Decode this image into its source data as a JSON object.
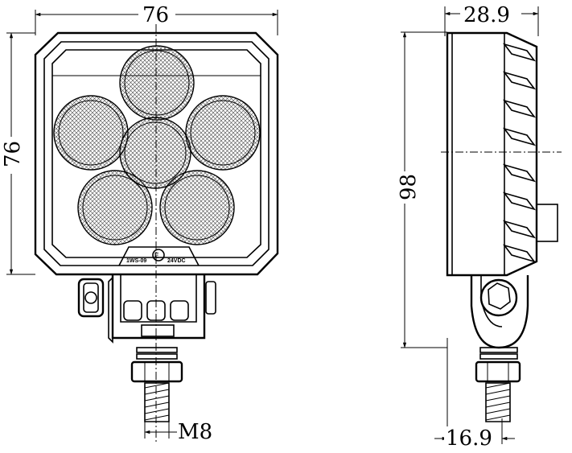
{
  "front_view": {
    "width_dim": "76",
    "height_dim": "76",
    "thread_label": "M8",
    "marks": {
      "left": "1WS-09",
      "right": "24VDC"
    }
  },
  "side_view": {
    "depth_dim": "28.9",
    "height_dim": "98",
    "bracket_dim": "16.9"
  },
  "colors": {
    "stroke": "#000000",
    "background": "#ffffff"
  }
}
